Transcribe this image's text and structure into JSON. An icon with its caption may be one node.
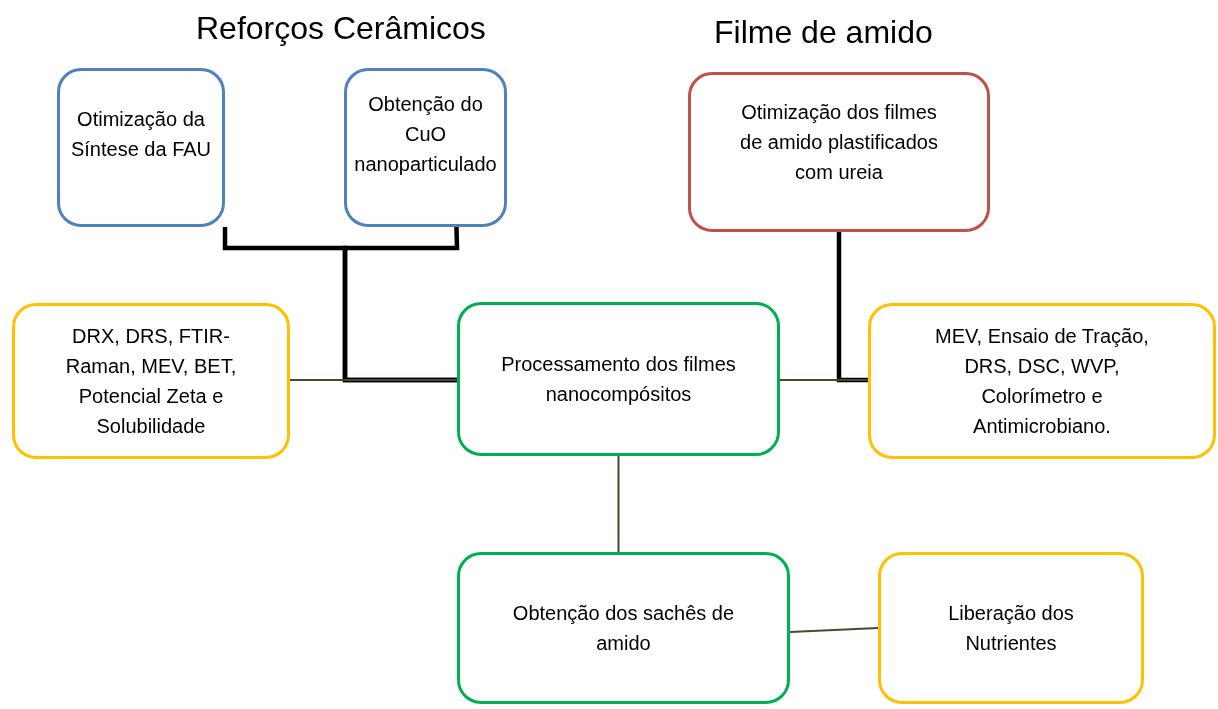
{
  "diagram": {
    "nodes": [
      {
        "text": [
          "Otimização da Síntese da FAU"
        ]
      },
      {
        "text": [
          "Obtenção do CuO nanoparticulado"
        ]
      },
      {
        "text": [
          "Otimização dos filmes de amido plastificados com ureia"
        ]
      },
      {
        "text": [
          "DRX, DRS, FTIR-Raman, MEV, BET, Potencial Zeta e Solubilidade"
        ]
      },
      {
        "text": [
          "Processamento dos filmes nanocompósitos"
        ]
      },
      {
        "text": [
          "MEV, Ensaio de Tração, DRS, DSC, WVP, Colorímetro e Antimicrobiano."
        ]
      },
      {
        "text": [
          "Obtenção dos sachês de amido"
        ]
      },
      {
        "text": [
          "Liberação dos Nutrientes"
        ]
      }
    ],
    "edges": [
      {
        "from": 0,
        "to": 4,
        "arrow": "none",
        "style": "thick",
        "color": "#000000"
      },
      {
        "from": 1,
        "to": 4,
        "arrow": "none",
        "style": "thick",
        "color": "#000000"
      },
      {
        "from": 2,
        "to": 5,
        "arrow": "none",
        "style": "thick",
        "color": "#000000"
      },
      {
        "from": 3,
        "to": 4,
        "arrow": "none"
      },
      {
        "from": 4,
        "to": 5,
        "arrow": "none"
      },
      {
        "from": 4,
        "to": 6,
        "arrow": "none"
      },
      {
        "from": 6,
        "to": 7,
        "arrow": "none"
      }
    ],
    "labels": [
      "Reforços Cerâmicos",
      "Filme de amido"
    ]
  }
}
